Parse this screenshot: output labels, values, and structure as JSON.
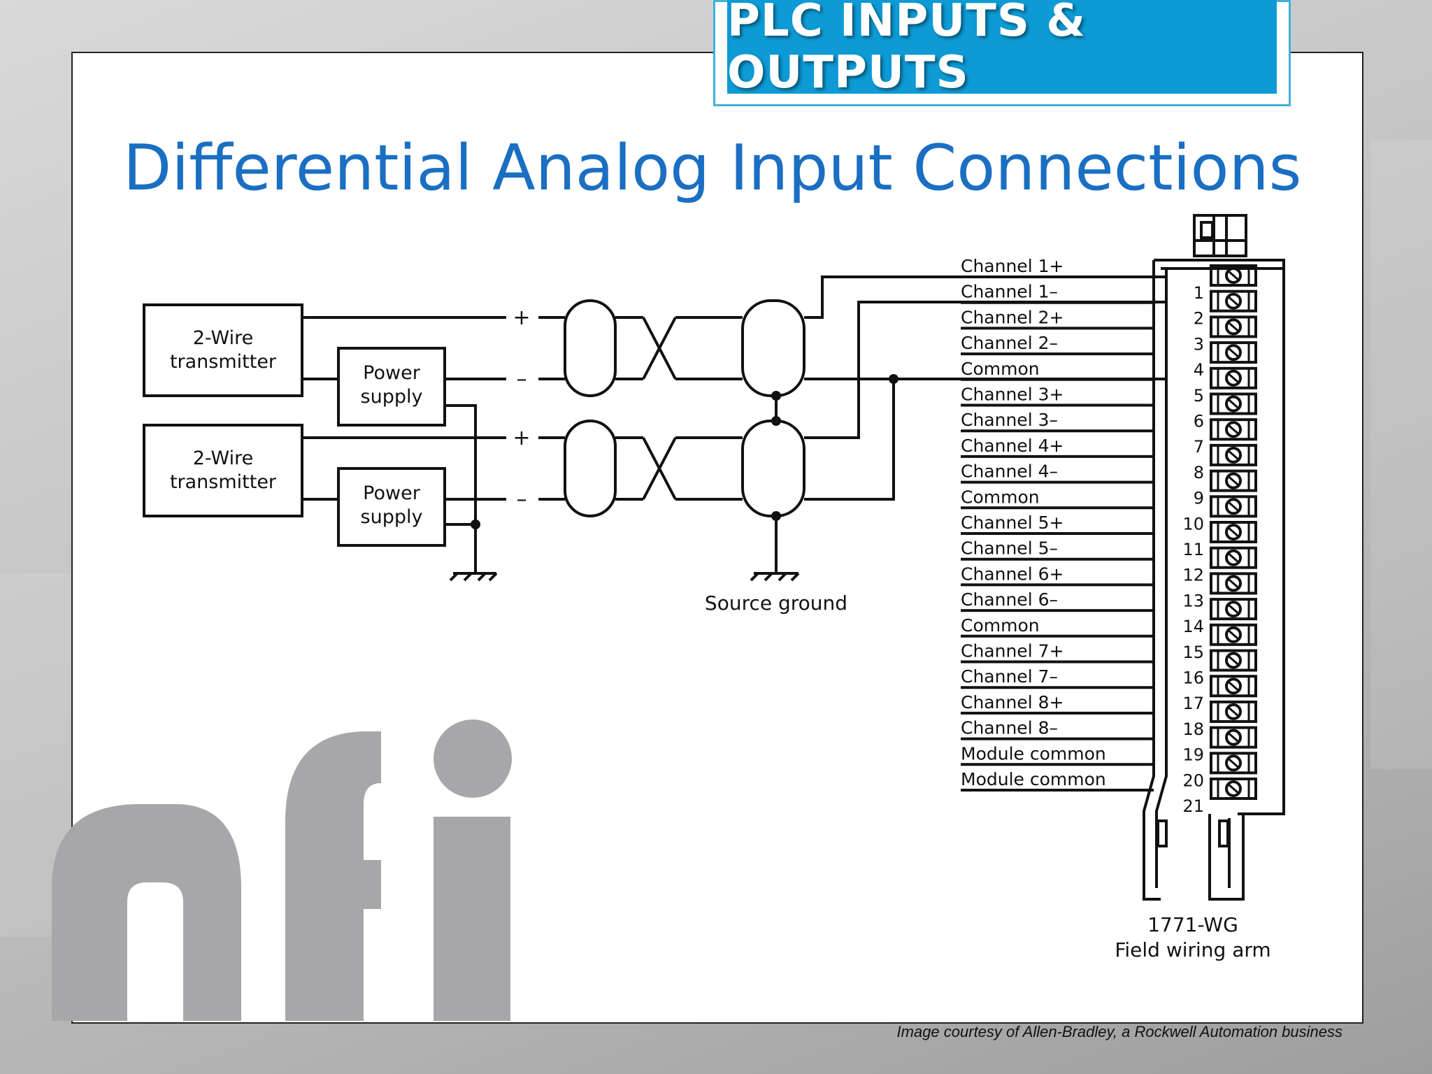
{
  "header": {
    "banner_title": "PLC INPUTS & OUTPUTS"
  },
  "slide": {
    "title": "Differential Analog Input Connections",
    "credit": "Image courtesy of Allen-Bradley, a Rockwell Automation business"
  },
  "logo": {
    "text": "nfi"
  },
  "diagram": {
    "transmitters": [
      {
        "line1": "2-Wire",
        "line2": "transmitter"
      },
      {
        "line1": "2-Wire",
        "line2": "transmitter"
      }
    ],
    "power_supplies": [
      {
        "line1": "Power",
        "line2": "supply"
      },
      {
        "line1": "Power",
        "line2": "supply"
      }
    ],
    "polarity": {
      "plus": "+",
      "minus": "–"
    },
    "source_ground": "Source ground",
    "terminal_labels": [
      "Channel 1+",
      "Channel 1–",
      "Channel 2+",
      "Channel 2–",
      "Common",
      "Channel 3+",
      "Channel 3–",
      "Channel 4+",
      "Channel 4–",
      "Common",
      "Channel 5+",
      "Channel 5–",
      "Channel 6+",
      "Channel 6–",
      "Common",
      "Channel 7+",
      "Channel 7–",
      "Channel 8+",
      "Channel 8–",
      "Module common",
      "Module common"
    ],
    "terminal_numbers": [
      "1",
      "2",
      "3",
      "4",
      "5",
      "6",
      "7",
      "8",
      "9",
      "10",
      "11",
      "12",
      "13",
      "14",
      "15",
      "16",
      "17",
      "18",
      "19",
      "20",
      "21"
    ],
    "arm_model": "1771-WG",
    "arm_name": "Field wiring arm"
  }
}
